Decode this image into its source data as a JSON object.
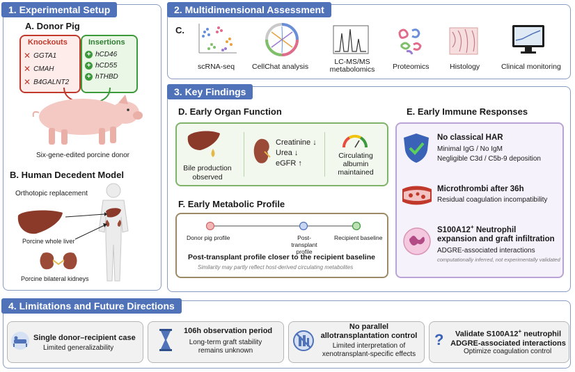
{
  "setup": {
    "title": "1. Experimental Setup",
    "donor_title": "A. Donor Pig",
    "knockouts_title": "Knockouts",
    "knockouts": [
      "GGTA1",
      "CMAH",
      "B4GALNT2"
    ],
    "insertions_title": "Insertions",
    "insertions": [
      "hCD46",
      "hCD55",
      "hTHBD"
    ],
    "pig_caption": "Six-gene-edited porcine donor",
    "human_title": "B. Human Decedent Model",
    "orthotopic": "Orthotopic replacement",
    "liver_caption": "Porcine whole liver",
    "kidney_caption": "Porcine bilateral kidneys"
  },
  "assessment": {
    "title": "2. Multidimensional Assessment",
    "label": "C.",
    "methods": [
      "scRNA-seq",
      "CellChat analysis",
      "LC-MS/MS metabolomics",
      "Proteomics",
      "Histology",
      "Clinical monitoring"
    ]
  },
  "findings": {
    "title": "3. Key Findings",
    "organ": {
      "title": "D. Early Organ Function",
      "bile": "Bile production observed",
      "markers": [
        "Creatinine ↓",
        "Urea ↓",
        "eGFR ↑"
      ],
      "albumin": "Circulating albumin maintained"
    },
    "metabolic": {
      "title": "F. Early Metabolic Profile",
      "points": [
        "Donor pig profile",
        "Post-transplant profile",
        "Recipient baseline"
      ],
      "conclusion": "Post-transplant profile closer to the recipient baseline",
      "note": "Similarity may partly reflect host-derived circulating metabolites"
    },
    "immune": {
      "title": "E. Early Immune Responses",
      "har_title": "No classical HAR",
      "har_lines": [
        "Minimal IgG / No IgM",
        "Negligible C3d / C5b-9 deposition"
      ],
      "micro_title": "Microthrombi after 36h",
      "micro_line": "Residual coagulation incompatibility",
      "neut_title_a": "S100A12",
      "neut_sup": "+",
      "neut_title_b": " Neutrophil",
      "neut_title_c": "expansion and graft infiltration",
      "neut_line": "ADGRE-associated interactions",
      "neut_note": "computationally inferred, not experimentally validated"
    }
  },
  "limitations": {
    "title": "4. Limitations and Future Directions",
    "cards": [
      {
        "title": "Single donor–recipient case",
        "desc": "Limited generalizability"
      },
      {
        "title": "106h observation period",
        "desc": "Long-term graft stability remains unknown"
      },
      {
        "title": "No parallel allotransplantation control",
        "desc": "Limited interpretation of xenotransplant-specific effects"
      },
      {
        "title_a": "Validate S100A12",
        "title_sup": "+",
        "title_b": " neutrophil",
        "title_c": "ADGRE-associated interactions",
        "desc": "Optimize coagulation control"
      }
    ]
  },
  "colors": {
    "section_blue": "#4f72b8",
    "knockout_red": "#c0392b",
    "insertion_green": "#3c9a3c",
    "organ_green": "#7fb36a",
    "metabolic_brown": "#9c8a66",
    "immune_purple": "#b9a4d8"
  }
}
